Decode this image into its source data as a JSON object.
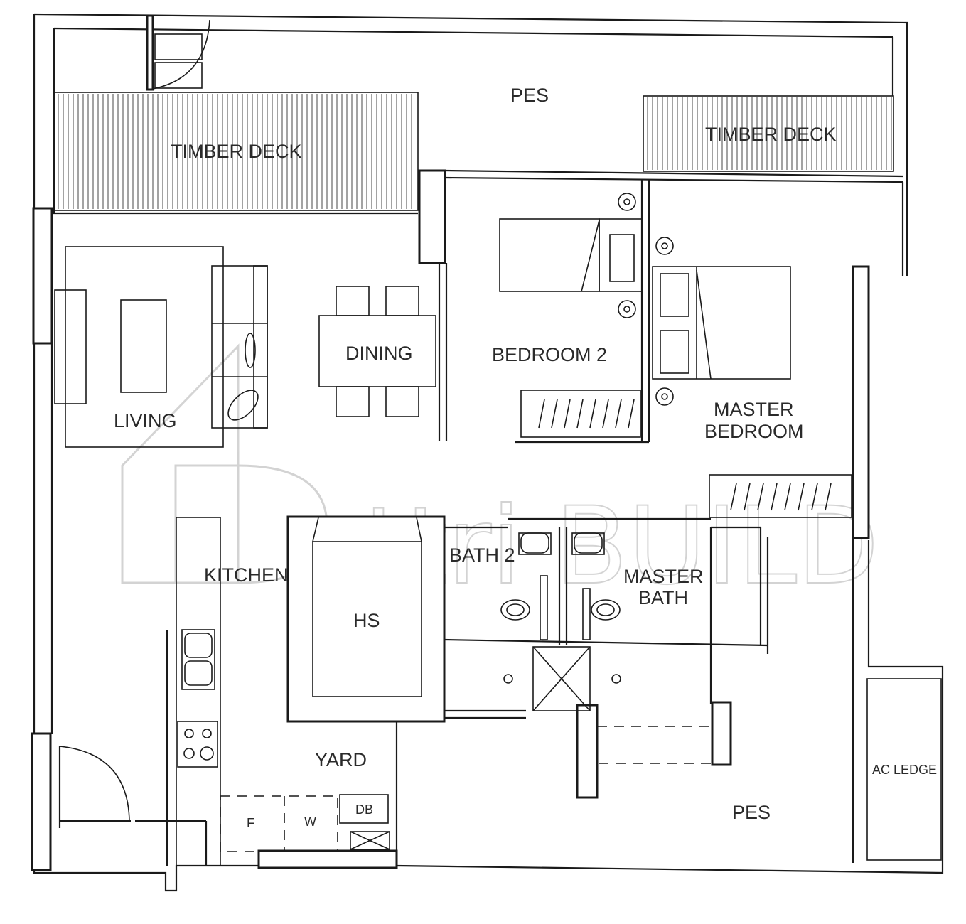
{
  "floorplan": {
    "rooms": {
      "pes_top": "PES",
      "timber_deck_left": "TIMBER DECK",
      "timber_deck_right": "TIMBER DECK",
      "dining": "DINING",
      "bedroom_2": "BEDROOM 2",
      "living": "LIVING",
      "master_bedroom_line1": "MASTER",
      "master_bedroom_line2": "BEDROOM",
      "kitchen": "KITCHEN",
      "bath_2": "BATH 2",
      "master_bath_line1": "MASTER",
      "master_bath_line2": "BATH",
      "hs": "HS",
      "yard": "YARD",
      "fridge": "F",
      "washer": "W",
      "db": "DB",
      "pes_bottom": "PES",
      "ac_ledge": "AC LEDGE"
    },
    "watermark": {
      "text": "attri BUILD"
    }
  }
}
